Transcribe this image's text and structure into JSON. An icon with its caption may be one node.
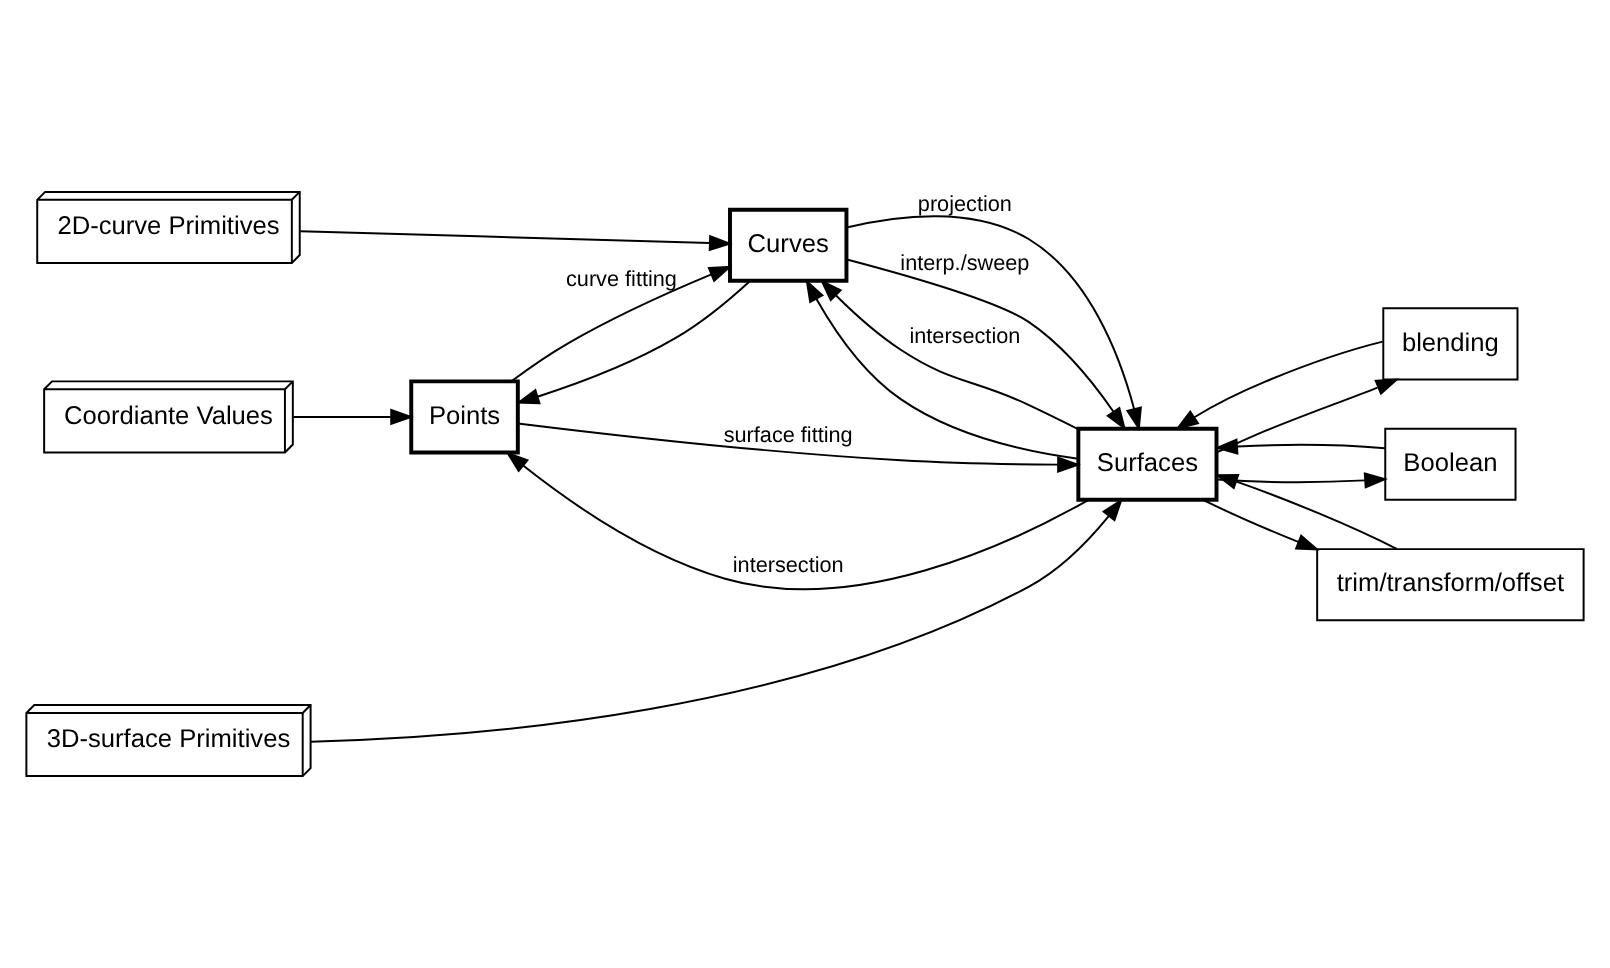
{
  "diagram": {
    "nodes": [
      {
        "text": [
          "Coordiante Values"
        ]
      },
      {
        "text": [
          "Points"
        ]
      },
      {
        "text": [
          "2D-curve Primitives"
        ]
      },
      {
        "text": [
          "Curves"
        ]
      },
      {
        "text": [
          "3D-surface Primitives"
        ]
      },
      {
        "text": [
          "Surfaces"
        ]
      },
      {
        "text": [
          "blending"
        ]
      },
      {
        "text": [
          "Boolean"
        ]
      },
      {
        "text": [
          "trim/transform/offset"
        ]
      }
    ],
    "edges": [
      {
        "from": 0,
        "to": 1,
        "arrow": "to"
      },
      {
        "from": 1,
        "to": 3,
        "arrow": "to",
        "label": "curve fitting"
      },
      {
        "from": 2,
        "to": 3,
        "arrow": "to"
      },
      {
        "from": 3,
        "to": 1,
        "arrow": "to"
      },
      {
        "from": 5,
        "to": 1,
        "arrow": "to",
        "label": "intersection"
      },
      {
        "from": 5,
        "to": 3,
        "arrow": "to",
        "label": "intersection"
      },
      {
        "from": 3,
        "to": 5,
        "arrow": "to",
        "label": "projection"
      },
      {
        "from": 5,
        "to": 3,
        "arrow": "to"
      },
      {
        "from": 3,
        "to": 5,
        "arrow": "to",
        "label": "interp./sweep"
      },
      {
        "from": 1,
        "to": 5,
        "arrow": "to",
        "label": "surface fitting"
      },
      {
        "from": 4,
        "to": 5,
        "arrow": "to"
      },
      {
        "from": 6,
        "to": 5,
        "arrow": "to"
      },
      {
        "from": 7,
        "to": 5,
        "arrow": "to"
      },
      {
        "from": 8,
        "to": 5,
        "arrow": "to"
      },
      {
        "from": 5,
        "to": 6,
        "arrow": "to"
      },
      {
        "from": 5,
        "to": 7,
        "arrow": "to"
      },
      {
        "from": 5,
        "to": 8,
        "arrow": "to"
      }
    ]
  }
}
